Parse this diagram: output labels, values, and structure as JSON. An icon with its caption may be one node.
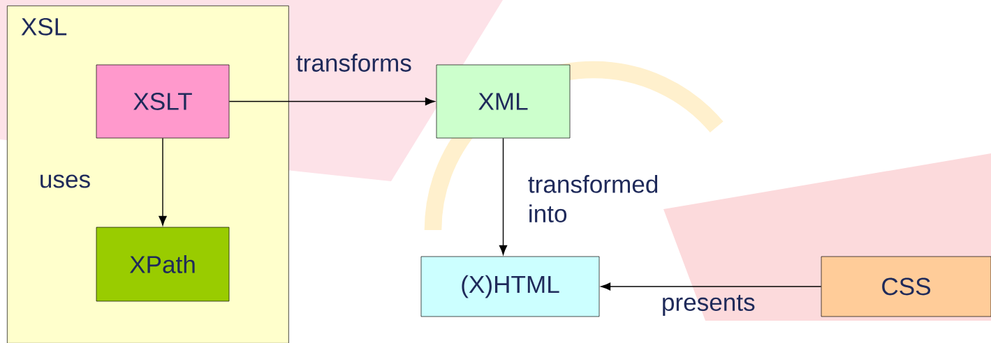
{
  "diagram": {
    "nodes": [
      {
        "text": [
          "XSL"
        ]
      },
      {
        "text": [
          "XSLT"
        ],
        "in": 0
      },
      {
        "text": [
          "XPath"
        ],
        "in": 0
      },
      {
        "text": [
          "XML"
        ]
      },
      {
        "text": [
          "(X)HTML"
        ]
      },
      {
        "text": [
          "CSS"
        ]
      }
    ],
    "edges": [
      {
        "from": 1,
        "to": 3,
        "arrow": "to",
        "label": "transforms"
      },
      {
        "from": 1,
        "to": 2,
        "arrow": "to",
        "label": "uses"
      },
      {
        "from": 3,
        "to": 4,
        "arrow": "to",
        "label": "transformed into"
      },
      {
        "from": 5,
        "to": 4,
        "arrow": "to",
        "label": "presents"
      }
    ]
  }
}
